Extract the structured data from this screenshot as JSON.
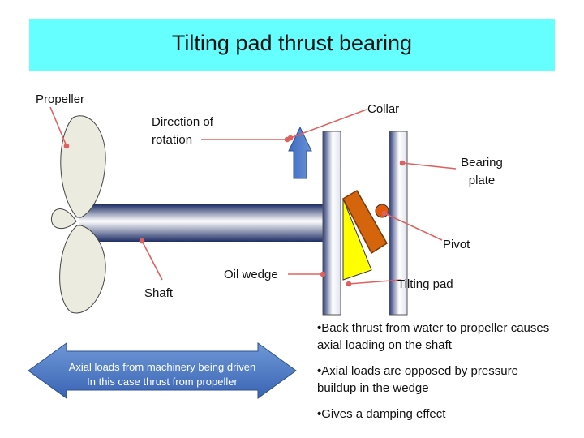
{
  "title": "Tilting pad thrust bearing",
  "labels": {
    "propeller": "Propeller",
    "direction_of_rotation": "Direction of rotation",
    "collar": "Collar",
    "bearing_plate": "Bearing plate",
    "pivot": "Pivot",
    "oil_wedge": "Oil wedge",
    "shaft": "Shaft",
    "tilting_pad": "Tilting pad"
  },
  "axial_arrow": {
    "line1": "Axial loads from machinery being driven",
    "line2": "In this case thrust from propeller"
  },
  "bullets": [
    "Back thrust from water to propeller causes axial loading on the shaft",
    "Axial loads are opposed by pressure buildup in the wedge",
    "Gives a damping effect"
  ],
  "colors": {
    "title_band": "#66ffff",
    "pointer_lines": "#e06060",
    "propeller_fill": "#ecebdf",
    "tilting_pad": "#d4650c",
    "oil_wedge": "#ffff00",
    "arrow_blue": "#4a78c8"
  }
}
